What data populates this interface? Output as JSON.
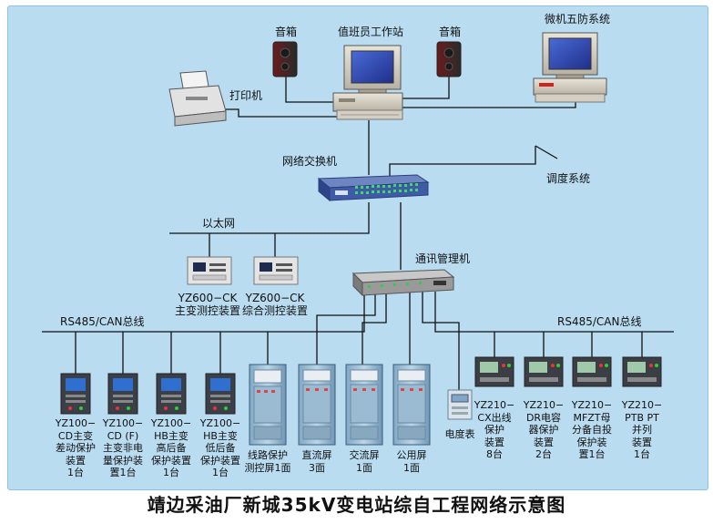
{
  "title": "靖边采油厂新城35kV变电站综自工程网络示意图",
  "top": {
    "speaker_left": "音箱",
    "workstation": "值班员工作站",
    "speaker_right": "音箱",
    "five_defense": "微机五防系统",
    "printer": "打印机"
  },
  "network": {
    "switch": "网络交换机",
    "dispatch": "调度系统",
    "ethernet": "以太网",
    "comm_manager": "通讯管理机",
    "bus_left": "RS485/CAN总线",
    "bus_right": "RS485/CAN总线"
  },
  "ck_devices": [
    {
      "model": "YZ600−CK",
      "desc": "主变测控装置"
    },
    {
      "model": "YZ600−CK",
      "desc": "综合测控装置"
    }
  ],
  "yz100_devices": [
    {
      "lines": [
        "YZ100−",
        "CD主变",
        "差动保护",
        "装置",
        "1台"
      ]
    },
    {
      "lines": [
        "YZ100−",
        "CD (F)",
        "主变非电",
        "量保护装",
        "置1台"
      ]
    },
    {
      "lines": [
        "YZ100−",
        "HB主变",
        "高后备",
        "保护装置",
        "1台"
      ]
    },
    {
      "lines": [
        "YZ100−",
        "HB主变",
        "低后备",
        "保护装置",
        "1台"
      ]
    }
  ],
  "cabinets": [
    {
      "lines": [
        "线路保护",
        "测控屏1面"
      ]
    },
    {
      "lines": [
        "直流屏",
        "3面"
      ]
    },
    {
      "lines": [
        "交流屏",
        "1面"
      ]
    },
    {
      "lines": [
        "公用屏",
        "1面"
      ]
    }
  ],
  "meter": {
    "label": "电度表"
  },
  "yz210_devices": [
    {
      "lines": [
        "YZ210−",
        "CX出线",
        "保护",
        "装置",
        "8台"
      ]
    },
    {
      "lines": [
        "YZ210−",
        "DR电容",
        "器保护",
        "装置",
        "2台"
      ]
    },
    {
      "lines": [
        "YZ210−",
        "MFZT母",
        "分备自投",
        "保护装",
        "置1台"
      ]
    },
    {
      "lines": [
        "YZ210−",
        "PTB PT",
        "并列",
        "装置",
        "1台"
      ]
    }
  ]
}
